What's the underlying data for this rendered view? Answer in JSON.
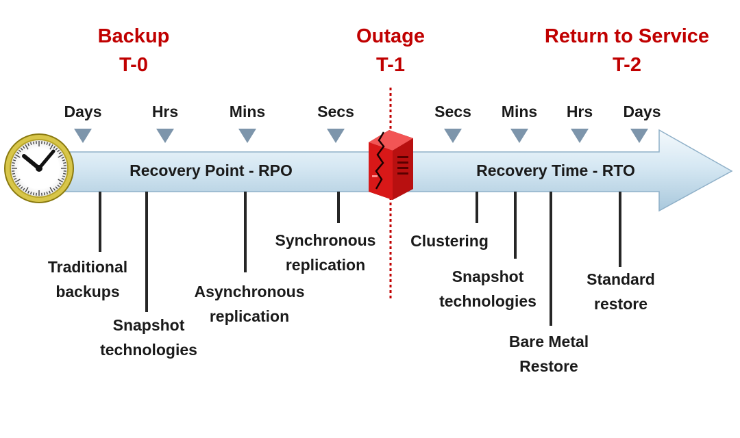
{
  "colors": {
    "phase_text": "#c00000",
    "arrow_light": "#eef6fb",
    "arrow_mid": "#c6dfee",
    "arrow_edge": "#8fb0c8",
    "marker": "#7d95ab",
    "divider": "#c00000",
    "server": "#e02020"
  },
  "phases": [
    {
      "name": "Backup",
      "code": "T-0"
    },
    {
      "name": "Outage",
      "code": "T-1"
    },
    {
      "name": "Return to Service",
      "code": "T-2"
    }
  ],
  "scale_left": [
    "Days",
    "Hrs",
    "Mins",
    "Secs"
  ],
  "scale_right": [
    "Secs",
    "Mins",
    "Hrs",
    "Days"
  ],
  "band_left": "Recovery Point - RPO",
  "band_right": "Recovery Time - RTO",
  "tech_left": [
    {
      "lines": [
        "Traditional",
        "backups"
      ]
    },
    {
      "lines": [
        "Snapshot",
        "technologies"
      ]
    },
    {
      "lines": [
        "Asynchronous",
        "replication"
      ]
    },
    {
      "lines": [
        "Synchronous",
        "replication"
      ]
    }
  ],
  "tech_right": [
    {
      "lines": [
        "Clustering"
      ]
    },
    {
      "lines": [
        "Snapshot",
        "technologies"
      ]
    },
    {
      "lines": [
        "Bare Metal",
        "Restore"
      ]
    },
    {
      "lines": [
        "Standard",
        "restore"
      ]
    }
  ],
  "icons": {
    "clock": "clock-icon",
    "server": "failed-server-icon"
  }
}
